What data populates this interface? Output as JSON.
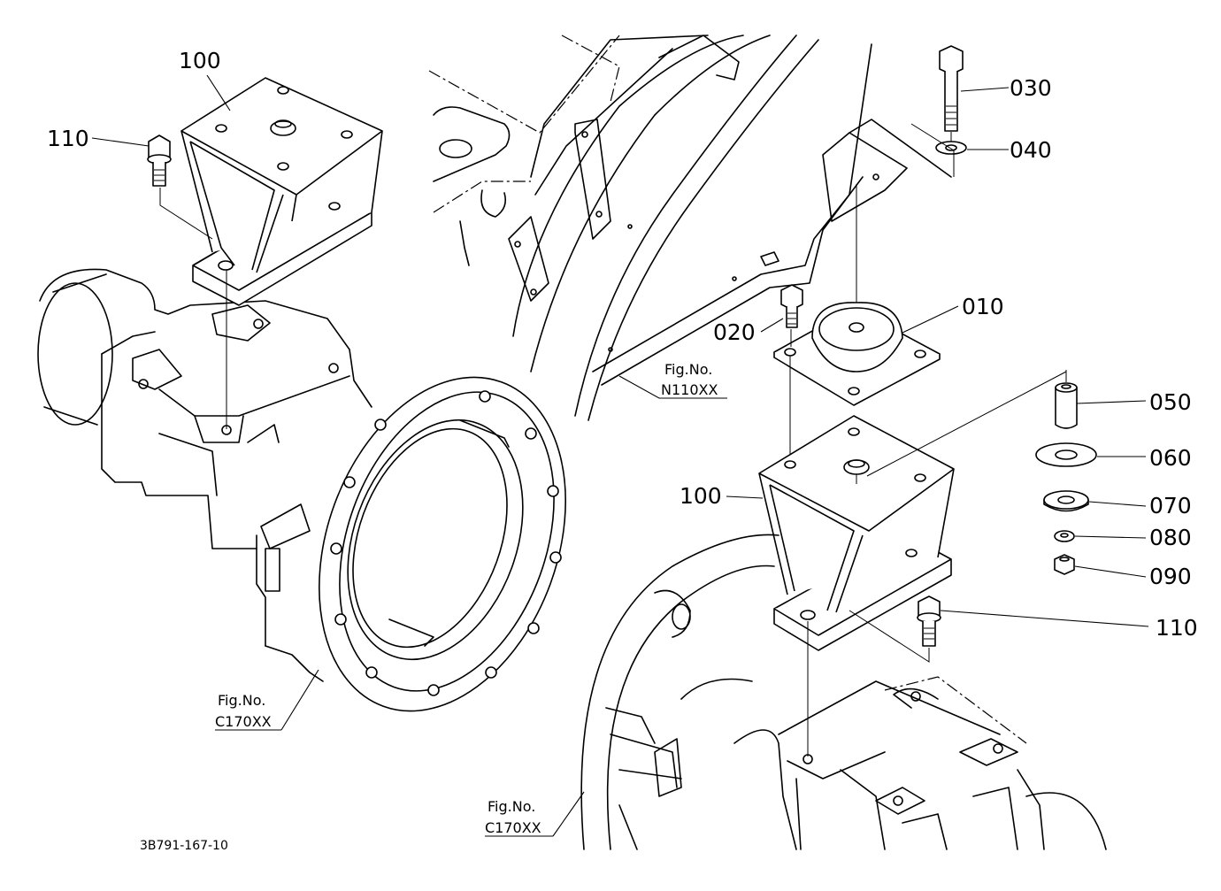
{
  "parts": {
    "p100_left": "100",
    "p110_left": "110",
    "p030": "030",
    "p040": "040",
    "p010": "010",
    "p020": "020",
    "p050": "050",
    "p060": "060",
    "p070": "070",
    "p080": "080",
    "p090": "090",
    "p100_right": "100",
    "p110_right": "110"
  },
  "refs": {
    "n110": {
      "line1": "Fig.No.",
      "line2": "N110XX"
    },
    "c170_left": {
      "line1": "Fig.No.",
      "line2": "C170XX"
    },
    "c170_bottom": {
      "line1": "Fig.No.",
      "line2": "C170XX"
    }
  },
  "drawing_code": "3B791-167-10"
}
